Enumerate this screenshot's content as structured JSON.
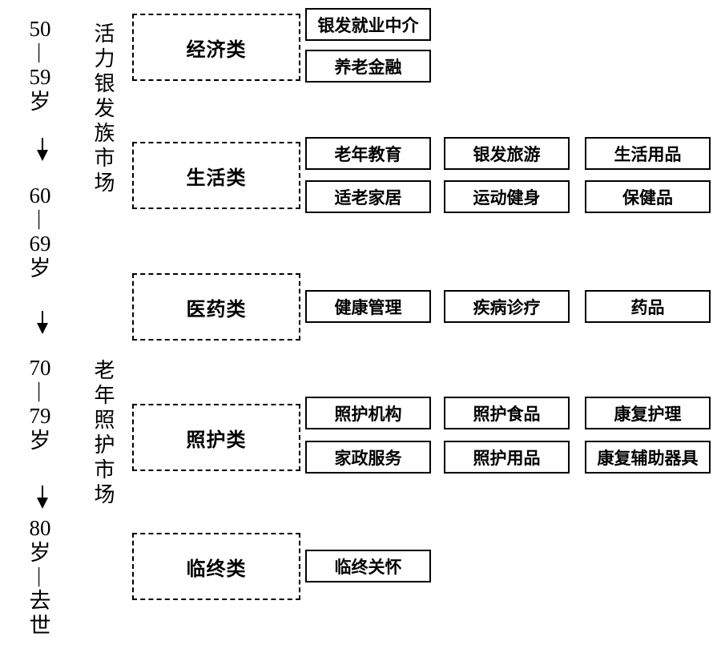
{
  "age_axis": {
    "stages": [
      {
        "lines": [
          "50",
          "—",
          "59",
          "岁"
        ]
      },
      {
        "lines": [
          "60",
          "—",
          "69",
          "岁"
        ]
      },
      {
        "lines": [
          "70",
          "—",
          "79",
          "岁"
        ]
      },
      {
        "lines": [
          "80",
          "岁",
          "—",
          "去",
          "世"
        ]
      }
    ]
  },
  "markets": [
    {
      "label": "活力银发族市场"
    },
    {
      "label": "老年照护市场"
    }
  ],
  "categories": [
    {
      "label": "经济类",
      "rows": [
        [
          "银发就业中介"
        ],
        [
          "养老金融"
        ]
      ]
    },
    {
      "label": "生活类",
      "rows": [
        [
          "老年教育",
          "银发旅游",
          "生活用品"
        ],
        [
          "适老家居",
          "运动健身",
          "保健品"
        ]
      ]
    },
    {
      "label": "医药类",
      "rows": [
        [
          "健康管理",
          "疾病诊疗",
          "药品"
        ]
      ]
    },
    {
      "label": "照护类",
      "rows": [
        [
          "照护机构",
          "照护食品",
          "康复护理"
        ],
        [
          "家政服务",
          "照护用品",
          "康复辅助器具"
        ]
      ]
    },
    {
      "label": "临终类",
      "rows": [
        [
          "临终关怀"
        ]
      ]
    }
  ],
  "colors": {
    "ink": "#000000",
    "background": "#ffffff"
  }
}
